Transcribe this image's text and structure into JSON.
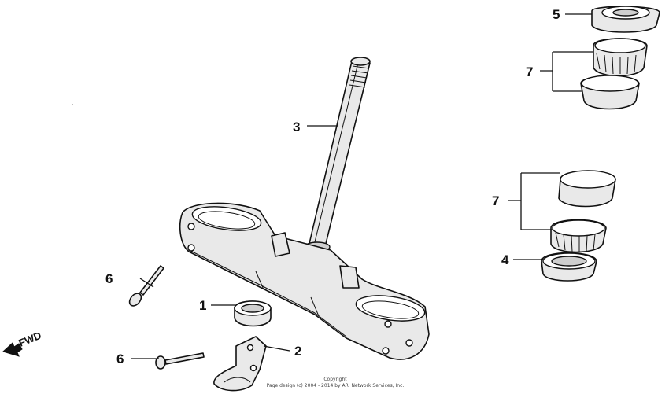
{
  "callouts": {
    "c1": "1",
    "c2": "2",
    "c3": "3",
    "c4": "4",
    "c5": "5",
    "c6a": "6",
    "c6b": "6",
    "c7a": "7",
    "c7b": "7"
  },
  "fwd_label": "FWD",
  "copyright": {
    "line1": "Copyright",
    "line2": "Page design (c) 2004 - 2014 by ARI Network Services, Inc."
  }
}
